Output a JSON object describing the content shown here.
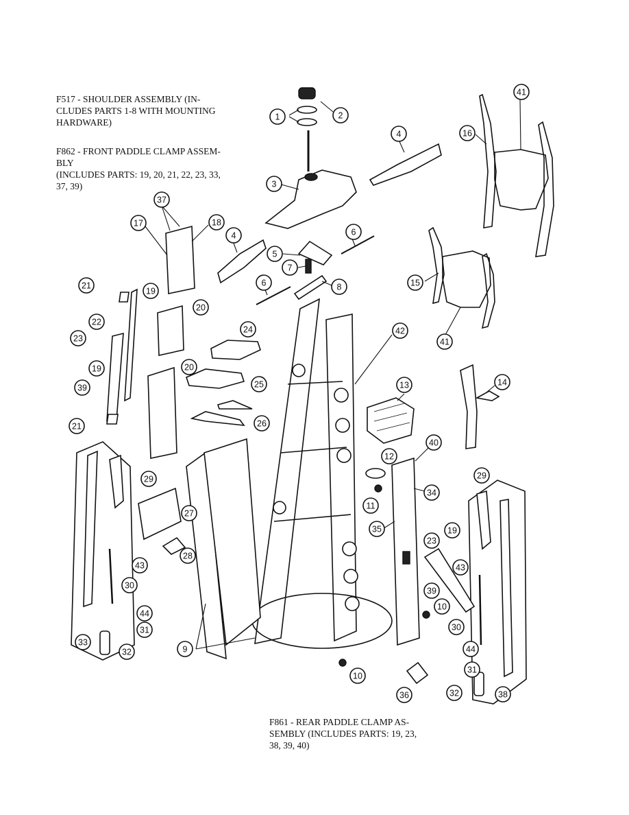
{
  "notes": {
    "shoulder": "F517 - SHOULDER ASSEMBLY (IN-\nCLUDES PARTS 1-8 WITH MOUNTING\nHARDWARE)",
    "front": "F862 - FRONT PADDLE CLAMP ASSEM-\nBLY\n(INCLUDES PARTS: 19, 20, 21, 22, 23, 33,\n37, 39)",
    "rear": "F861 - REAR PADDLE CLAMP AS-\nSEMBLY (INCLUDES PARTS: 19, 23,\n38, 39, 40)"
  },
  "callouts": [
    "1",
    "2",
    "3",
    "4",
    "4",
    "5",
    "6",
    "6",
    "7",
    "8",
    "9",
    "10",
    "10",
    "11",
    "12",
    "13",
    "14",
    "15",
    "16",
    "17",
    "18",
    "19",
    "19",
    "19",
    "20",
    "20",
    "21",
    "21",
    "22",
    "23",
    "23",
    "24",
    "25",
    "26",
    "27",
    "28",
    "29",
    "29",
    "30",
    "30",
    "31",
    "31",
    "32",
    "32",
    "33",
    "34",
    "35",
    "36",
    "37",
    "38",
    "39",
    "39",
    "40",
    "41",
    "41",
    "42",
    "43",
    "43",
    "44",
    "44"
  ]
}
